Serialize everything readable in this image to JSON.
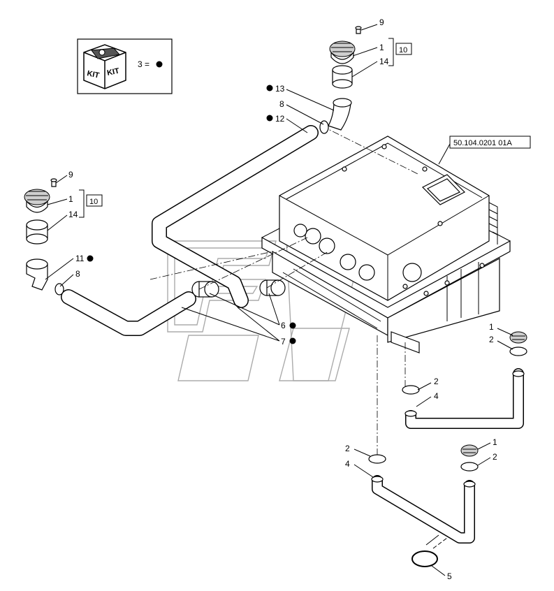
{
  "kit_box": {
    "equation": "3 = ",
    "kit_text": "KIT"
  },
  "ref_label": "50.104.0201 01A",
  "callouts": {
    "n1": "1",
    "n2": "2",
    "n4": "4",
    "n5": "5",
    "n6": "6",
    "n7": "7",
    "n8": "8",
    "n9": "9",
    "n10": "10",
    "n11": "11",
    "n12": "12",
    "n13": "13",
    "n14": "14"
  }
}
